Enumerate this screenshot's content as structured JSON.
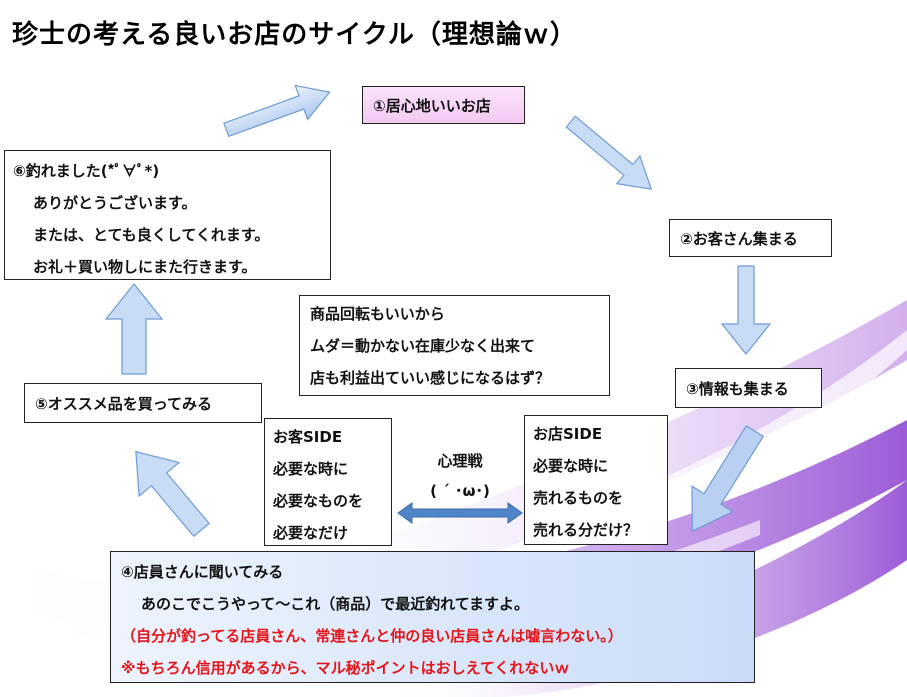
{
  "title": "珍士の考える良いお店のサイクル（理想論ｗ）",
  "steps": {
    "s1": "①居心地いいお店",
    "s2": "②お客さん集まる",
    "s3": "③情報も集まる",
    "s5": "⑤オススメ品を買ってみる"
  },
  "s6": {
    "head": "⑥釣れました(*ﾟ∀ﾟ*)",
    "lines": [
      "ありがとうございます。",
      "または、とても良くしてくれます。",
      "お礼＋買い物しにまた行きます。"
    ]
  },
  "center": {
    "lines": [
      "商品回転もいいから",
      "ムダ＝動かない在庫少なく出来て",
      "店も利益出ていい感じになるはず？"
    ]
  },
  "customer": {
    "lines": [
      "お客SIDE",
      "必要な時に",
      "必要なものを",
      "必要なだけ"
    ]
  },
  "store": {
    "lines": [
      "お店SIDE",
      "必要な時に",
      "売れるものを",
      "売れる分だけ？"
    ]
  },
  "psych": {
    "label": "心理戦",
    "face": "( ´ ･ω･)"
  },
  "s4": {
    "head": "④店員さんに聞いてみる",
    "line1": "あのこでこうやって〜これ（商品）で最近釣れてますよ。",
    "line2": "（自分が釣ってる店員さん、常連さんと仲の良い店員さんは嘘言わない。）",
    "line3": "※もちろん信用があるから、マル秘ポイントはおしえてくれないｗ"
  },
  "colors": {
    "arrow_fill": "#c9dcf5",
    "arrow_stroke": "#6f9bd3",
    "step1_fill": "#f6d4f4",
    "step4_fill": "#dbe8fb",
    "red_text": "#e3161b",
    "swirl": "#b57be0"
  },
  "icons": [
    "arrow-right-icon",
    "arrow-down-right-icon",
    "arrow-down-icon",
    "arrow-down-left-icon",
    "arrow-up-left-icon",
    "arrow-up-icon",
    "double-arrow-icon"
  ]
}
